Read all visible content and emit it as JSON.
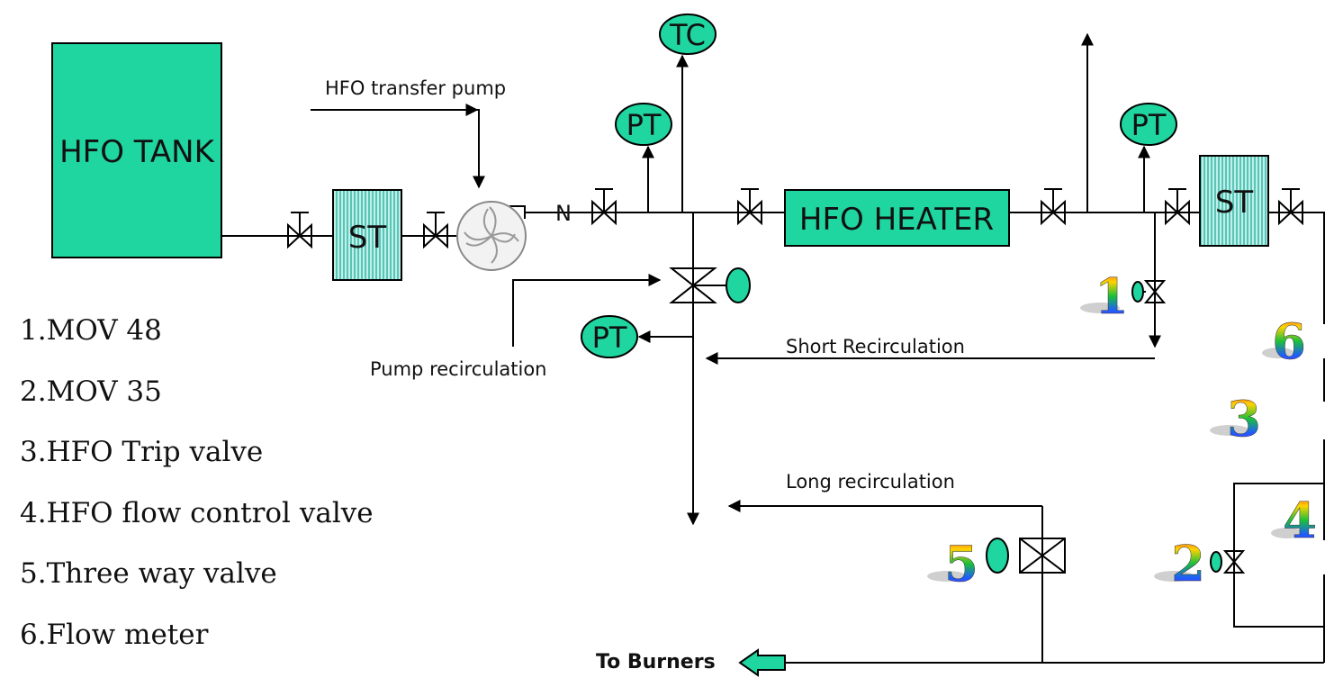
{
  "colors": {
    "equipment": "#1fd6a0",
    "line": "#000000",
    "strainer": "#7fd8d0"
  },
  "diagram": {
    "tank_label": "HFO TANK",
    "heater_label": "HFO HEATER",
    "strainer_label": "ST",
    "pt_label": "PT",
    "tc_label": "TC",
    "check_valve_label": "N",
    "transfer_pump_label": "HFO transfer pump",
    "pump_recirculation_label": "Pump recirculation",
    "short_recirculation_label": "Short Recirculation",
    "long_recirculation_label": "Long recirculation",
    "to_burners_label": "To Burners",
    "numbers": [
      "1",
      "2",
      "3",
      "4",
      "5",
      "6"
    ]
  },
  "legend": {
    "items": [
      {
        "label": "1.MOV 48"
      },
      {
        "label": "2.MOV 35"
      },
      {
        "label": "3.HFO Trip valve"
      },
      {
        "label": "4.HFO flow control valve"
      },
      {
        "label": "5.Three way valve"
      },
      {
        "label": "6.Flow meter"
      }
    ]
  }
}
